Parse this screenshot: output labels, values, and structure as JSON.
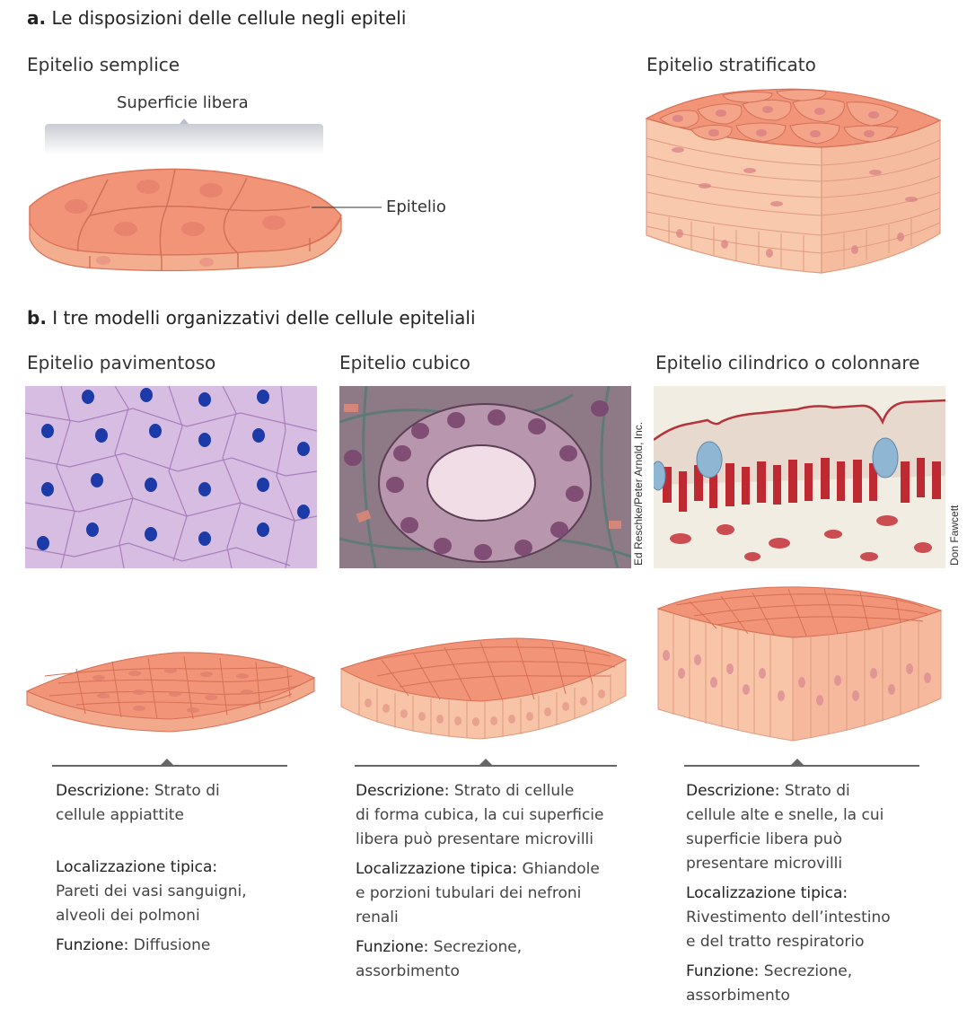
{
  "section_a": {
    "letter": "a.",
    "title": "Le disposizioni delle cellule negli epiteli",
    "simple": {
      "heading": "Epitelio semplice",
      "surface_label": "Superficie libera",
      "epithelium_label": "Epitelio"
    },
    "stratified": {
      "heading": "Epitelio stratificato"
    }
  },
  "section_b": {
    "letter": "b.",
    "title": "I tre modelli organizzativi delle cellule epiteliali",
    "columns": [
      {
        "heading": "Epitelio pavimentoso",
        "lines": [
          {
            "label": "Descrizione:",
            "text": " Strato di"
          },
          {
            "label": "",
            "text": "cellule appiattite"
          },
          {
            "label": "",
            "text": ""
          },
          {
            "label": "Localizzazione tipica:",
            "text": ""
          },
          {
            "label": "",
            "text": "Pareti dei vasi sanguigni,"
          },
          {
            "label": "",
            "text": "alveoli dei polmoni"
          },
          {
            "label": "Funzione:",
            "text": " Diffusione"
          }
        ]
      },
      {
        "heading": "Epitelio cubico",
        "credit": "Ed Reschke/Peter Arnold, Inc.",
        "lines": [
          {
            "label": "Descrizione:",
            "text": " Strato di cellule"
          },
          {
            "label": "",
            "text": "di forma cubica, la cui superficie"
          },
          {
            "label": "",
            "text": "libera può presentare microvilli"
          },
          {
            "label": "Localizzazione tipica:",
            "text": " Ghiandole"
          },
          {
            "label": "",
            "text": "e porzioni tubulari dei nefroni"
          },
          {
            "label": "",
            "text": "renali"
          },
          {
            "label": "Funzione:",
            "text": " Secrezione,"
          },
          {
            "label": "",
            "text": "assorbimento"
          }
        ]
      },
      {
        "heading": "Epitelio cilindrico o colonnare",
        "credit": "Don Fawcett",
        "lines": [
          {
            "label": "Descrizione:",
            "text": " Strato di"
          },
          {
            "label": "",
            "text": "cellule alte e snelle, la cui"
          },
          {
            "label": "",
            "text": "superficie libera può"
          },
          {
            "label": "",
            "text": "presentare microvilli"
          },
          {
            "label": "Localizzazione tipica:",
            "text": ""
          },
          {
            "label": "",
            "text": "Rivestimento dell’intestino"
          },
          {
            "label": "",
            "text": "e del tratto respiratorio"
          },
          {
            "label": "Funzione:",
            "text": " Secrezione,"
          },
          {
            "label": "",
            "text": "assorbimento"
          }
        ]
      }
    ]
  },
  "colors": {
    "cell_fill": "#f19478",
    "cell_top": "#f4a98f",
    "cell_side": "#f7c3a8",
    "nucleus": "#d9898a",
    "stain_nucleus_blue": "#1a3aa8",
    "stain_purple": "#c9a5d6",
    "stain_red": "#c0242a"
  }
}
